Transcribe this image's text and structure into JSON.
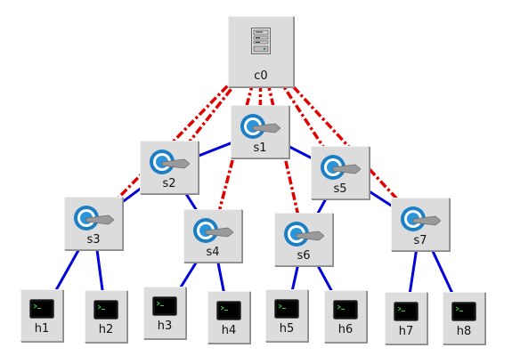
{
  "topology": {
    "controller": {
      "id": "c0",
      "label": "c0",
      "icon": "server-icon"
    },
    "switches": [
      {
        "id": "s1",
        "label": "s1",
        "icon": "switch-icon"
      },
      {
        "id": "s2",
        "label": "s2",
        "icon": "switch-icon"
      },
      {
        "id": "s3",
        "label": "s3",
        "icon": "switch-icon"
      },
      {
        "id": "s4",
        "label": "s4",
        "icon": "switch-icon"
      },
      {
        "id": "s5",
        "label": "s5",
        "icon": "switch-icon"
      },
      {
        "id": "s6",
        "label": "s6",
        "icon": "switch-icon"
      },
      {
        "id": "s7",
        "label": "s7",
        "icon": "switch-icon"
      }
    ],
    "hosts": [
      {
        "id": "h1",
        "label": "h1",
        "icon": "terminal-icon"
      },
      {
        "id": "h2",
        "label": "h2",
        "icon": "terminal-icon"
      },
      {
        "id": "h3",
        "label": "h3",
        "icon": "terminal-icon"
      },
      {
        "id": "h4",
        "label": "h4",
        "icon": "terminal-icon"
      },
      {
        "id": "h5",
        "label": "h5",
        "icon": "terminal-icon"
      },
      {
        "id": "h6",
        "label": "h6",
        "icon": "terminal-icon"
      },
      {
        "id": "h7",
        "label": "h7",
        "icon": "terminal-icon"
      },
      {
        "id": "h8",
        "label": "h8",
        "icon": "terminal-icon"
      }
    ],
    "control_links": [
      [
        "c0",
        "s1"
      ],
      [
        "c0",
        "s2"
      ],
      [
        "c0",
        "s3"
      ],
      [
        "c0",
        "s4"
      ],
      [
        "c0",
        "s5"
      ],
      [
        "c0",
        "s6"
      ],
      [
        "c0",
        "s7"
      ]
    ],
    "data_links": [
      [
        "s1",
        "s2"
      ],
      [
        "s1",
        "s5"
      ],
      [
        "s2",
        "s3"
      ],
      [
        "s2",
        "s4"
      ],
      [
        "s5",
        "s6"
      ],
      [
        "s5",
        "s7"
      ],
      [
        "s3",
        "h1"
      ],
      [
        "s3",
        "h2"
      ],
      [
        "s4",
        "h3"
      ],
      [
        "s4",
        "h4"
      ],
      [
        "s6",
        "h5"
      ],
      [
        "s6",
        "h6"
      ],
      [
        "s7",
        "h7"
      ],
      [
        "s7",
        "h8"
      ]
    ],
    "colors": {
      "control_link": "#e00000",
      "data_link": "#0000dd",
      "node_bg": "#dcdcdc"
    }
  }
}
